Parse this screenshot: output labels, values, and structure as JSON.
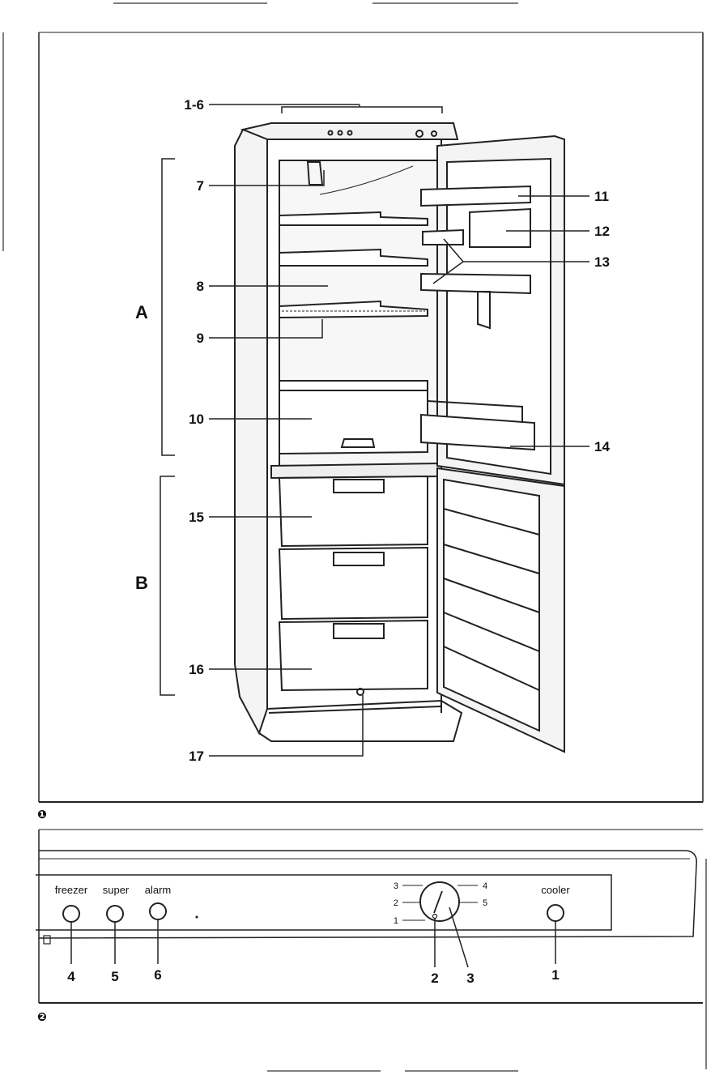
{
  "figure1": {
    "marker": "❶",
    "group_labels": {
      "a": "A",
      "b": "B"
    },
    "callouts": {
      "c1_6": "1-6",
      "c7": "7",
      "c8": "8",
      "c9": "9",
      "c10": "10",
      "c11": "11",
      "c12": "12",
      "c13": "13",
      "c14": "14",
      "c15": "15",
      "c16": "16",
      "c17": "17"
    }
  },
  "figure2": {
    "marker": "❷",
    "buttons": {
      "freezer": "freezer",
      "super": "super",
      "alarm": "alarm",
      "cooler": "cooler"
    },
    "dial_marks": {
      "m1": "1",
      "m2": "2",
      "m3": "3",
      "m4": "4",
      "m5": "5"
    },
    "callouts": {
      "c4": "4",
      "c5": "5",
      "c6": "6",
      "c2": "2",
      "c3": "3",
      "c1": "1"
    }
  }
}
